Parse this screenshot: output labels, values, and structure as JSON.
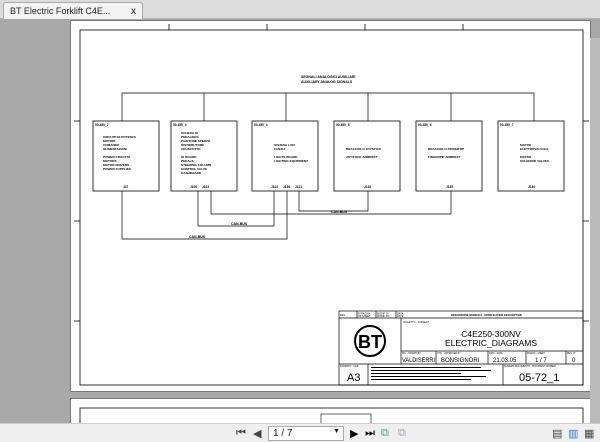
{
  "tab": {
    "title": "BT Electric Forklift C4E...",
    "close": "x"
  },
  "diagram": {
    "bus_title_1": "SEGNALI ANALOGICI AUSILIARI",
    "bus_title_2": "AUXILIARY ANALOG SIGNALS",
    "can_bus": "CAN-BUS",
    "boxes": [
      {
        "id": "00-450_2",
        "lines": [
          "CIRCUITI DI POTENZA",
          "MOTORI",
          "COMANDO",
          "ALIMENTAZIONI",
          "",
          "POWER CIRCUITS",
          "MOTORS",
          "MOTOR DRIVERS",
          "POWER SUPPLIES"
        ],
        "connectors": [
          "J47"
        ]
      },
      {
        "id": "00-450_3",
        "lines": [
          "SCHEDA IO",
          "PEDALIERA",
          "PIANTONE STERZO",
          "DISTRIBUTORE",
          "CRUSCOTTO",
          "",
          "IO BOARD",
          "PEDALS",
          "STEERING COLUMN",
          "CONTROL VALVE",
          "DASHBOARD"
        ],
        "connectors": [
          "J100",
          "J103"
        ]
      },
      {
        "id": "00-450_4",
        "lines": [
          "SCHEDA LUCI",
          "FANALI",
          "",
          "LIGHTS BOARD",
          "LIGHTING EQUIPMENT"
        ],
        "connectors": [
          "J102",
          "J130",
          "J131"
        ]
      },
      {
        "id": "00-450_5",
        "lines": [
          "BRACCIOLO JOYSTICK",
          "",
          "JOYSTICK ARMREST"
        ],
        "connectors": [
          "J135"
        ]
      },
      {
        "id": "00-450_6",
        "lines": [
          "BRACCIOLO FINGERTIP",
          "",
          "FINGERTIP ARMREST"
        ],
        "connectors": [
          "J135"
        ]
      },
      {
        "id": "00-450_7",
        "lines": [
          "MAYRO",
          "ELETTROVALVOLE",
          "",
          "MAYRO",
          "SOLENOID VALVES"
        ],
        "connectors": [
          "J140"
        ]
      }
    ]
  },
  "title_block": {
    "rev": "REV",
    "ed": "DI PAGINA OF SHEET",
    "mod": "MODIF. DI MODIF. BY",
    "date_lbl": "DATA DATE",
    "desc": "DESCRIZIONE MODIFICA - MODIFICATION DESCRIPTION",
    "subject_lbl": "OGGETTO - SUBJECT",
    "title1": "C4E250-300NV",
    "title2": "ELECTRIC_DIAGRAMS",
    "logo": "BT",
    "drawn_lbl": "DIS. - DRAWN BY",
    "drawn": "VALDISERRI",
    "approved_lbl": "CTR. - APPROVED BY",
    "approved": "BONSIGNORI",
    "date_lbl2": "DATA - DATE",
    "date": "21.03.05",
    "sheet_lbl": "PAGINA - SHEET",
    "sheet": "1 / 7",
    "rev_lbl": "REV. N°",
    "rev_no": "0",
    "format_lbl": "FORMATO - SIZE",
    "format": "A3",
    "docnum_lbl": "NUMERO DOCUMENTO - DOCUMENT NUMBER",
    "docnum": "05-72_1"
  },
  "toolbar": {
    "page": "1 / 7"
  }
}
